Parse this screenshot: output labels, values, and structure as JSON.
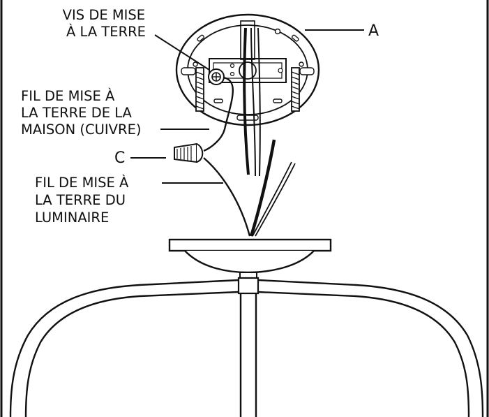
{
  "labels": {
    "ground_screw": [
      "VIS DE MISE",
      "À LA TERRE"
    ],
    "part_a": "A",
    "house_ground": [
      "FIL DE MISE À",
      "LA TERRE DE LA",
      "MAISON (CUIVRE)"
    ],
    "part_c": "C",
    "fixture_ground": [
      "FIL DE MISE À",
      "LA TERRE DU",
      "LUMINAIRE"
    ]
  }
}
